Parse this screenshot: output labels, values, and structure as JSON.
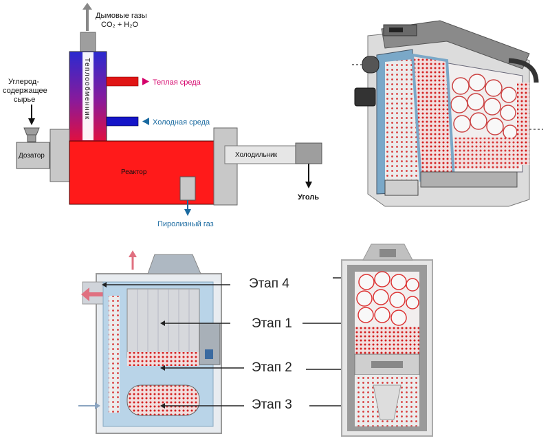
{
  "schema": {
    "smoke_gases": "Дымовые газы",
    "smoke_formula": "CO₂ + H₂O",
    "raw_material": [
      "Углерод-",
      "содержащее",
      "сырье"
    ],
    "doser": "Дозатор",
    "heat_exchanger": "Теплообменник",
    "warm_medium": "Теплая среда",
    "cold_medium": "Холодная среда",
    "reactor": "Реактор",
    "cooler": "Холодильник",
    "coal": "Уголь",
    "pyrolysis_gas": "Пиролизный газ"
  },
  "stages": {
    "stage4": "Этап 4",
    "stage1": "Этап 1",
    "stage2": "Этап 2",
    "stage3": "Этап 3"
  },
  "colors": {
    "reactor_red": "#ff1a1a",
    "exchanger_top": "#2a2ad0",
    "exchanger_bottom": "#e01040",
    "warm_pipe": "#e01515",
    "cold_pipe": "#1515c8",
    "gray_block": "#c8c8c8",
    "warm_arrow": "#d4006a",
    "cold_arrow": "#1a6aa0",
    "gas_arrow": "#1a6aa0"
  }
}
